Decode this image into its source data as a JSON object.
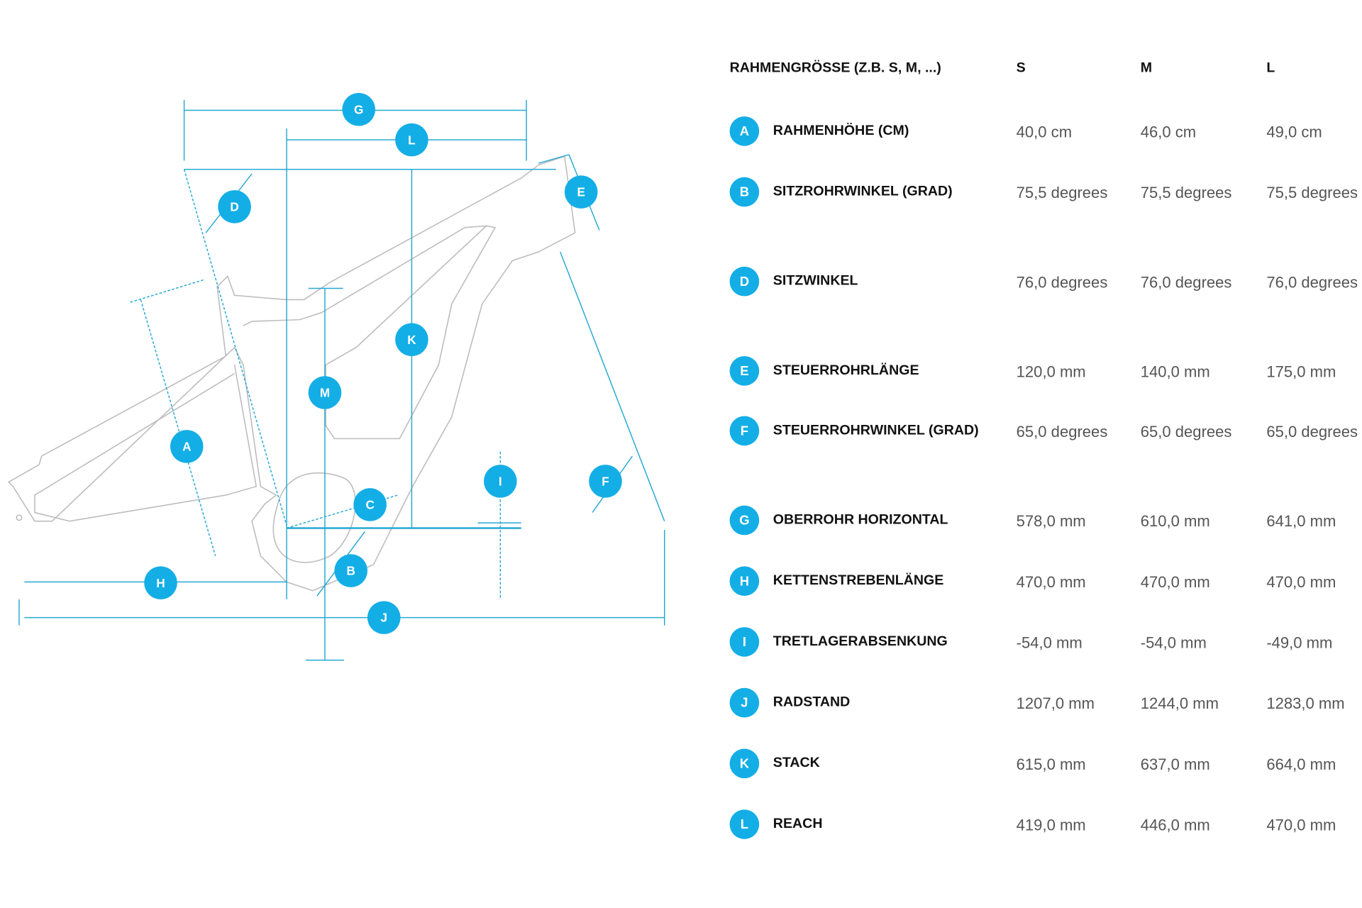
{
  "table": {
    "header": {
      "label": "RAHMENGRÖSSE (Z.B. S, M, ...)",
      "sizes": [
        "S",
        "M",
        "L"
      ]
    },
    "rows": [
      {
        "key": "A",
        "label": "RAHMENHÖHE (CM)",
        "values": [
          "40,0 cm",
          "46,0 cm",
          "49,0 cm"
        ]
      },
      {
        "key": "B",
        "label": "SITZROHRWINKEL (GRAD)",
        "values": [
          "75,5 degrees",
          "75,5 degrees",
          "75,5 degrees"
        ]
      },
      {
        "key": "D",
        "label": "SITZWINKEL",
        "values": [
          "76,0 degrees",
          "76,0 degrees",
          "76,0 degrees"
        ]
      },
      {
        "key": "E",
        "label": "STEUERROHRLÄNGE",
        "values": [
          "120,0 mm",
          "140,0 mm",
          "175,0 mm"
        ]
      },
      {
        "key": "F",
        "label": "STEUERROHRWINKEL (GRAD)",
        "values": [
          "65,0 degrees",
          "65,0 degrees",
          "65,0 degrees"
        ]
      },
      {
        "key": "G",
        "label": "OBERROHR HORIZONTAL",
        "values": [
          "578,0 mm",
          "610,0 mm",
          "641,0 mm"
        ]
      },
      {
        "key": "H",
        "label": "KETTENSTREBENLÄNGE",
        "values": [
          "470,0 mm",
          "470,0 mm",
          "470,0 mm"
        ]
      },
      {
        "key": "I",
        "label": "TRETLAGERABSENKUNG",
        "values": [
          "-54,0 mm",
          "-54,0 mm",
          "-49,0 mm"
        ]
      },
      {
        "key": "J",
        "label": "RADSTAND",
        "values": [
          "1207,0 mm",
          "1244,0 mm",
          "1283,0 mm"
        ]
      },
      {
        "key": "K",
        "label": "STACK",
        "values": [
          "615,0 mm",
          "637,0 mm",
          "664,0 mm"
        ]
      },
      {
        "key": "L",
        "label": "REACH",
        "values": [
          "419,0 mm",
          "446,0 mm",
          "470,0 mm"
        ]
      }
    ]
  },
  "diagram": {
    "markers": [
      "A",
      "B",
      "C",
      "D",
      "E",
      "F",
      "G",
      "H",
      "I",
      "J",
      "K",
      "L",
      "M"
    ]
  },
  "colors": {
    "accent": "#14aee6",
    "frame": "#b8b8b8"
  }
}
